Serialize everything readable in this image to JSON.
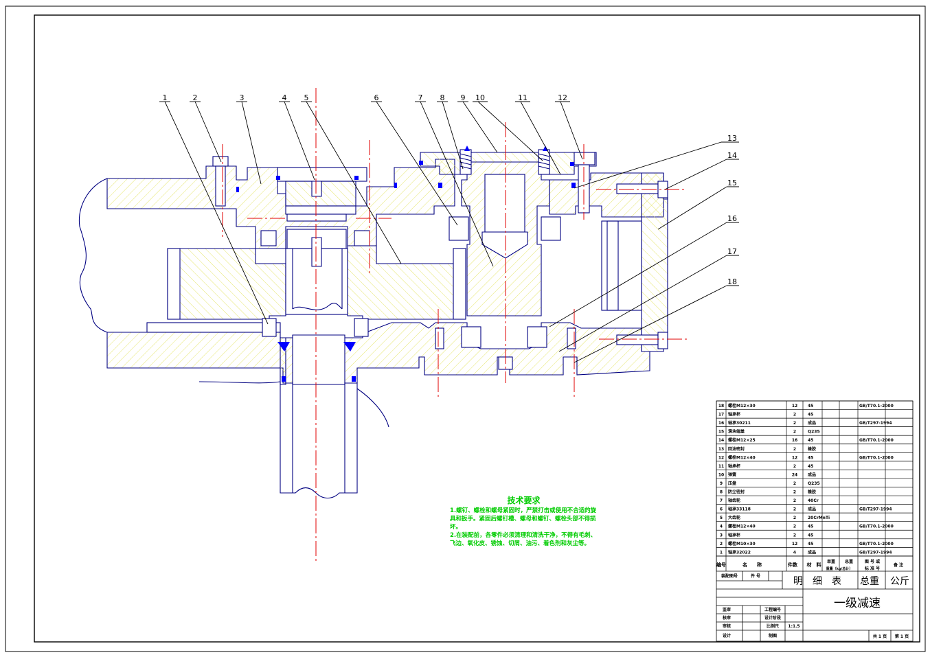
{
  "drawing": {
    "title": "一级减速",
    "balloons": [
      "1",
      "2",
      "3",
      "4",
      "5",
      "6",
      "7",
      "8",
      "9",
      "10",
      "11",
      "12",
      "13",
      "14",
      "15",
      "16",
      "17",
      "18"
    ]
  },
  "tech_requirements": {
    "title": "技术要求",
    "items": [
      "1.螺钉、螺栓和螺母紧固时，严禁打击或使用不合适的旋具和扳手。紧固后螺钉槽、螺母和螺钉、螺栓头部不得损坏。",
      "2.在装配前，各零件必须清理和清洗干净，不得有毛刺、飞边、氧化皮、锈蚀、切屑、油污、着色剂和灰尘等。"
    ]
  },
  "bom": {
    "rows": [
      {
        "no": "18",
        "name": "螺栓M12×30",
        "qty": "12",
        "mat": "45",
        "std": "GB/T70.1-2000"
      },
      {
        "no": "17",
        "name": "轴承杯",
        "qty": "2",
        "mat": "45",
        "std": ""
      },
      {
        "no": "16",
        "name": "轴承30211",
        "qty": "2",
        "mat": "成品",
        "std": "GB/T297-1994"
      },
      {
        "no": "15",
        "name": "滑块端盖",
        "qty": "2",
        "mat": "Q235",
        "std": ""
      },
      {
        "no": "14",
        "name": "螺栓M12×25",
        "qty": "16",
        "mat": "45",
        "std": "GB/T70.1-2000"
      },
      {
        "no": "13",
        "name": "回油密封",
        "qty": "2",
        "mat": "橡胶",
        "std": ""
      },
      {
        "no": "12",
        "name": "螺栓M12×40",
        "qty": "12",
        "mat": "45",
        "std": "GB/T70.1-2000"
      },
      {
        "no": "11",
        "name": "轴承杯",
        "qty": "2",
        "mat": "45",
        "std": ""
      },
      {
        "no": "10",
        "name": "弹簧",
        "qty": "24",
        "mat": "成品",
        "std": ""
      },
      {
        "no": "9",
        "name": "压盘",
        "qty": "2",
        "mat": "Q235",
        "std": ""
      },
      {
        "no": "8",
        "name": "防尘密封",
        "qty": "2",
        "mat": "橡胶",
        "std": ""
      },
      {
        "no": "7",
        "name": "轴齿轮",
        "qty": "2",
        "mat": "40Cr",
        "std": ""
      },
      {
        "no": "6",
        "name": "轴承33118",
        "qty": "2",
        "mat": "成品",
        "std": "GB/T297-1994"
      },
      {
        "no": "5",
        "name": "大齿轮",
        "qty": "2",
        "mat": "20CrMnTi",
        "std": ""
      },
      {
        "no": "4",
        "name": "螺栓M12×40",
        "qty": "2",
        "mat": "45",
        "std": "GB/T70.1-2000"
      },
      {
        "no": "3",
        "name": "轴承杯",
        "qty": "2",
        "mat": "45",
        "std": ""
      },
      {
        "no": "2",
        "name": "螺栓M10×30",
        "qty": "12",
        "mat": "45",
        "std": "GB/T70.1-2000"
      },
      {
        "no": "1",
        "name": "轴承32022",
        "qty": "4",
        "mat": "成品",
        "std": "GB/T297-1994"
      }
    ],
    "header": {
      "no": "编号",
      "name": "名　　称",
      "qty": "件数",
      "mat": "材　料",
      "unit_w": "单重",
      "total_w": "总重",
      "weight_note": "重量（kg/总计）",
      "std": "图 号 或\n标 准 号",
      "remark": "备 注"
    },
    "list_title": "明　细　表",
    "total_weight": "总重",
    "unit_kg": "公斤",
    "ref_label": "装配图号",
    "part_label": "件 号"
  },
  "title_block": {
    "roles": [
      "监审",
      "核审",
      "审核",
      "设计"
    ],
    "mid_labels": [
      "工程编号",
      "设计阶段",
      "比例尺",
      "制图"
    ],
    "scale": "1:1.5",
    "sheets": "共 1 页",
    "sheet_no": "第 1 页"
  },
  "colors": {
    "outline": "#000080",
    "hatch": "#e6e66e",
    "centerline": "#e00000",
    "seal": "#0000ff",
    "tech_text": "#00cc00",
    "frame": "#000000"
  }
}
